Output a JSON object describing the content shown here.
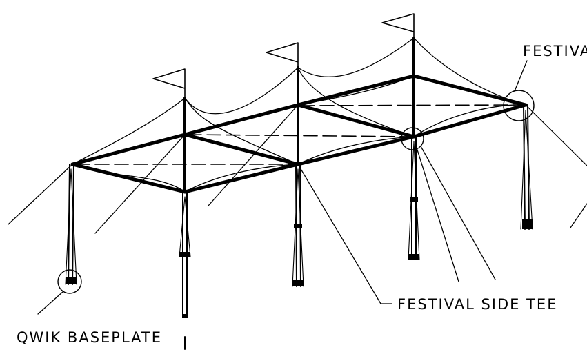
{
  "labels": {
    "festival_corner": "FESTIVA",
    "festival_side_tee": "FESTIVAL SIDE TEE",
    "qwik_baseplate": "QWIK BASEPLATE"
  },
  "colors": {
    "line": "#000000",
    "background": "#ffffff"
  }
}
